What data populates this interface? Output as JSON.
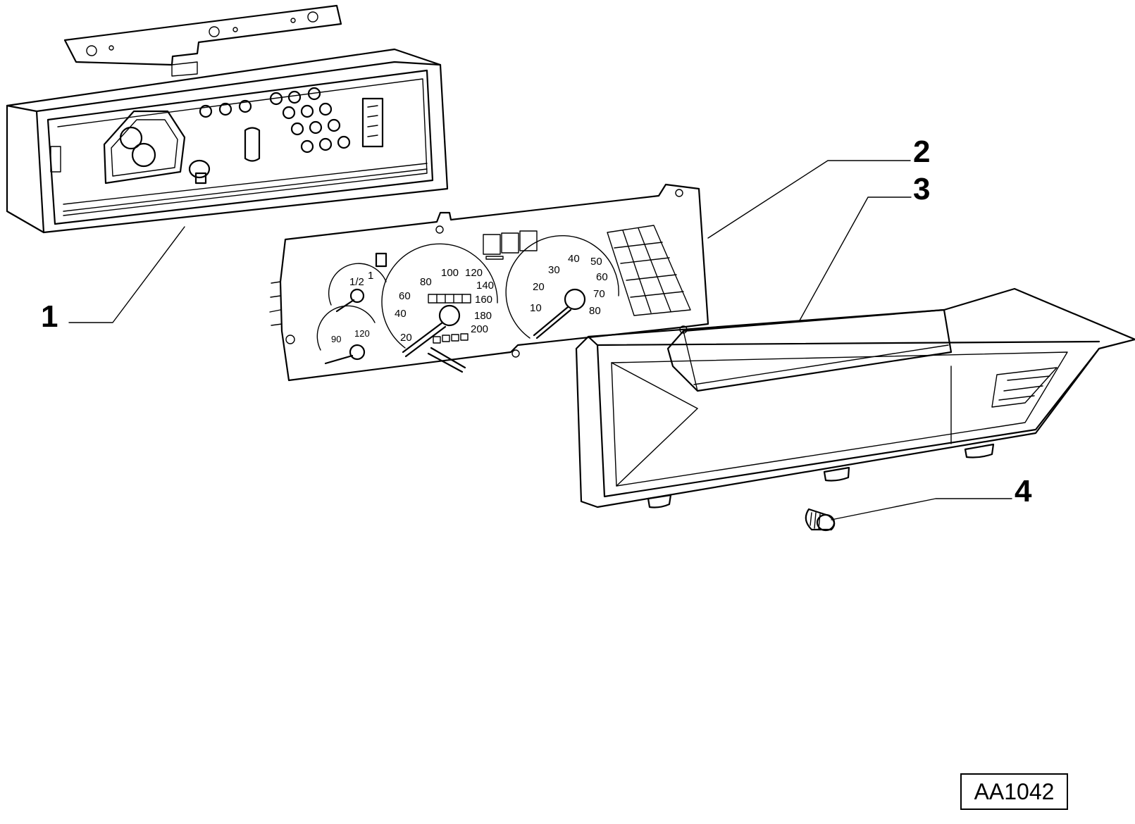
{
  "callouts": [
    {
      "label": "1"
    },
    {
      "label": "2"
    },
    {
      "label": "3"
    },
    {
      "label": "4"
    }
  ],
  "dials": {
    "fuel": [
      "1/2",
      "1"
    ],
    "temperature": [
      "90",
      "120"
    ],
    "speedometer": [
      "20",
      "40",
      "60",
      "80",
      "100",
      "120",
      "140",
      "160",
      "180",
      "200"
    ],
    "tachometer": [
      "10",
      "20",
      "30",
      "40",
      "50",
      "60",
      "70",
      "80"
    ]
  },
  "reference_code": "AA1042"
}
